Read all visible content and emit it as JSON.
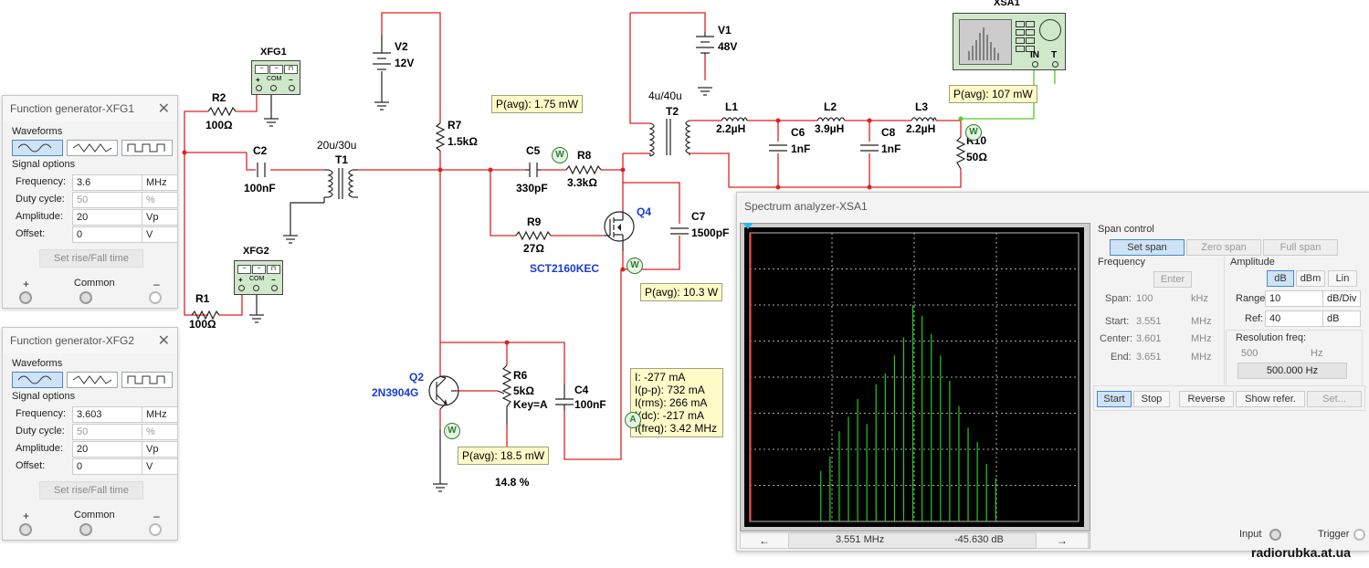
{
  "schematic": {
    "components": {
      "xfg1": "XFG1",
      "xfg2": "XFG2",
      "xsa1": "XSA1",
      "r2": "R2",
      "r2_val": "100Ω",
      "r1": "R1",
      "r1_val": "100Ω",
      "c2": "C2",
      "c2_val": "100nF",
      "t1_ratio": "20u/30u",
      "t1": "T1",
      "v2": "V2",
      "v2_val": "12V",
      "r7": "R7",
      "r7_val": "1.5kΩ",
      "c5": "C5",
      "c5_val": "330pF",
      "r8": "R8",
      "r8_val": "3.3kΩ",
      "r9": "R9",
      "r9_val": "27Ω",
      "q4": "Q4",
      "q4_part": "SCT2160KEC",
      "c7": "C7",
      "c7_val": "1500pF",
      "v1": "V1",
      "v1_val": "48V",
      "t2_ratio": "4u/40u",
      "t2": "T2",
      "l1": "L1",
      "l1_val": "2.2µH",
      "l2": "L2",
      "l2_val": "3.9µH",
      "l3": "L3",
      "l3_val": "2.2µH",
      "c6": "C6",
      "c6_val": "1nF",
      "c8": "C8",
      "c8_val": "1nF",
      "r10": "R10",
      "r10_val": "50Ω",
      "q2": "Q2",
      "q2_part": "2N3904G",
      "r6": "R6",
      "r6_val": "5kΩ",
      "r6_key": "Key=A",
      "c4": "C4",
      "c4_val": "100nF",
      "efficiency": "14.8 %"
    },
    "probes": {
      "p_c5": "P(avg): 1.75 mW",
      "p_xsa": "P(avg): 107 mW",
      "p_q4": "P(avg): 10.3 W",
      "p_q2": "P(avg): 18.5 mW",
      "current": [
        "I: -277 mA",
        "I(p-p): 732 mA",
        "I(rms): 266 mA",
        "I(dc): -217 mA",
        "I(freq): 3.42 MHz"
      ]
    },
    "xfg_terms": {
      "plus": "+",
      "com": "COM",
      "minus": "−"
    },
    "xsa_terms": {
      "in": "IN",
      "t": "T"
    }
  },
  "fg1": {
    "title": "Function generator-XFG1",
    "waveforms_label": "Waveforms",
    "signal_options_label": "Signal options",
    "rows": [
      {
        "label": "Frequency:",
        "value": "3.6",
        "unit": "MHz"
      },
      {
        "label": "Duty cycle:",
        "value": "50",
        "unit": "%"
      },
      {
        "label": "Amplitude:",
        "value": "20",
        "unit": "Vp"
      },
      {
        "label": "Offset:",
        "value": "0",
        "unit": "V"
      }
    ],
    "rise_fall": "Set rise/Fall time",
    "plus": "+",
    "common": "Common",
    "minus": "–"
  },
  "fg2": {
    "title": "Function generator-XFG2",
    "waveforms_label": "Waveforms",
    "signal_options_label": "Signal options",
    "rows": [
      {
        "label": "Frequency:",
        "value": "3.603",
        "unit": "MHz"
      },
      {
        "label": "Duty cycle:",
        "value": "50",
        "unit": "%"
      },
      {
        "label": "Amplitude:",
        "value": "20",
        "unit": "Vp"
      },
      {
        "label": "Offset:",
        "value": "0",
        "unit": "V"
      }
    ],
    "rise_fall": "Set rise/Fall time",
    "plus": "+",
    "common": "Common",
    "minus": "–"
  },
  "sa": {
    "title": "Spectrum analyzer-XSA1",
    "span_control_label": "Span control",
    "set_span": "Set span",
    "zero_span": "Zero span",
    "full_span": "Full span",
    "frequency_label": "Frequency",
    "enter": "Enter",
    "span_label": "Span:",
    "span_value": "100",
    "span_unit": "kHz",
    "start_label": "Start:",
    "start_value": "3.551",
    "start_unit": "MHz",
    "center_label": "Center:",
    "center_value": "3.601",
    "center_unit": "MHz",
    "end_label": "End:",
    "end_value": "3.651",
    "end_unit": "MHz",
    "amplitude_label": "Amplitude",
    "db": "dB",
    "dbm": "dBm",
    "lin": "Lin",
    "range_label": "Range:",
    "range_value": "10",
    "range_unit": "dB/Div",
    "ref_label": "Ref:",
    "ref_value": "40",
    "ref_unit": "dB",
    "res_label": "Resolution freq:",
    "res_value": "500",
    "res_unit": "Hz",
    "res_display": "500.000  Hz",
    "start_btn": "Start",
    "stop_btn": "Stop",
    "reverse_btn": "Reverse",
    "show_refer_btn": "Show refer.",
    "set_btn": "Set...",
    "readout_freq": "3.551 MHz",
    "readout_db": "-45.630  dB",
    "left_arrow": "←",
    "right_arrow": "→",
    "input_label": "Input",
    "trigger_label": "Trigger"
  },
  "chart_data": {
    "type": "line",
    "x_range": [
      3.551,
      3.651
    ],
    "x_unit": "MHz",
    "y_range": [
      -40,
      40
    ],
    "y_unit": "dB",
    "y_div": 10,
    "grid": true,
    "peaks": [
      {
        "x": 3.5726,
        "y": -26
      },
      {
        "x": 3.5754,
        "y": -22
      },
      {
        "x": 3.5782,
        "y": -15
      },
      {
        "x": 3.581,
        "y": -11
      },
      {
        "x": 3.5838,
        "y": -6
      },
      {
        "x": 3.5866,
        "y": -13
      },
      {
        "x": 3.5894,
        "y": -2
      },
      {
        "x": 3.5922,
        "y": 1
      },
      {
        "x": 3.595,
        "y": 6
      },
      {
        "x": 3.5978,
        "y": 11
      },
      {
        "x": 3.6006,
        "y": 20
      },
      {
        "x": 3.6034,
        "y": 17
      },
      {
        "x": 3.6062,
        "y": 12
      },
      {
        "x": 3.609,
        "y": 6
      },
      {
        "x": 3.6118,
        "y": -1
      },
      {
        "x": 3.6146,
        "y": -8
      },
      {
        "x": 3.6174,
        "y": -14
      },
      {
        "x": 3.6202,
        "y": -18
      },
      {
        "x": 3.623,
        "y": -24
      },
      {
        "x": 3.6258,
        "y": -28
      }
    ],
    "marker_x": 3.551,
    "trace_color": "#22cc22",
    "background_color": "#000000",
    "grid_color": "#dddddd"
  },
  "watermark": "radiorubka.at.ua"
}
